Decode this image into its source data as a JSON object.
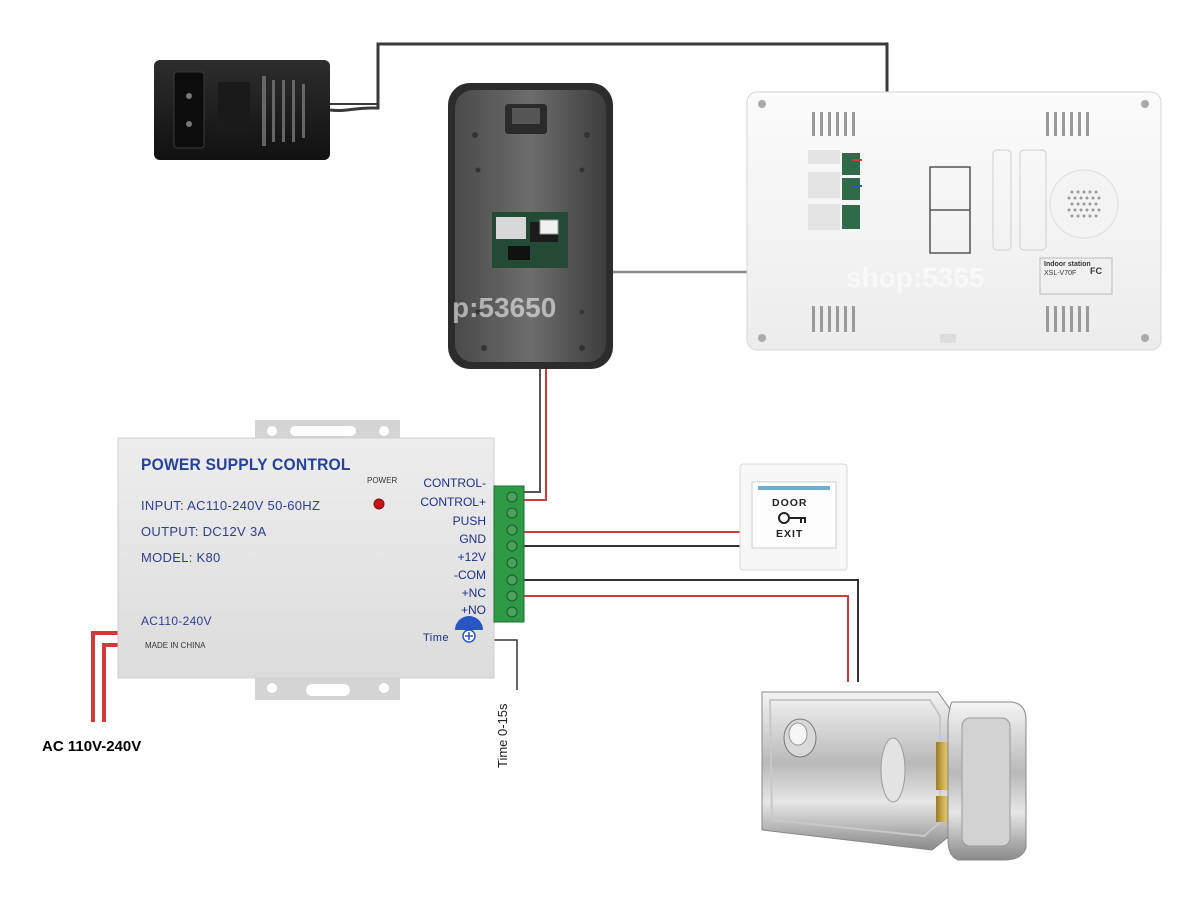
{
  "psu": {
    "title": "POWER SUPPLY CONTROL",
    "input": "INPUT: AC110-240V 50-60HZ",
    "output": "OUTPUT: DC12V 3A",
    "model": "MODEL: K80",
    "ac_label": "AC110-240V",
    "made_in": "MADE IN CHINA",
    "power_label": "POWER",
    "time_label": "Time"
  },
  "terminals": [
    "CONTROL-",
    "CONTROL+",
    "PUSH",
    "GND",
    "+12V",
    "-COM",
    "+NC",
    "+NO"
  ],
  "exit_button": {
    "line1": "DOOR",
    "line2": "EXIT"
  },
  "ac_supply": "AC 110V-240V",
  "time_range": "Time 0-15s",
  "watermarks": {
    "left": "p:53650",
    "right": "shop:5365"
  },
  "monitor_label": {
    "title": "Indoor station",
    "model": "XSL-V70F",
    "mark": "FC"
  },
  "colors": {
    "wire_red": "#d23a3a",
    "wire_dark": "#3a3a3a",
    "wire_grey": "#888888",
    "terminal_green": "#2f9a46",
    "psu_title_blue": "#27419b"
  }
}
